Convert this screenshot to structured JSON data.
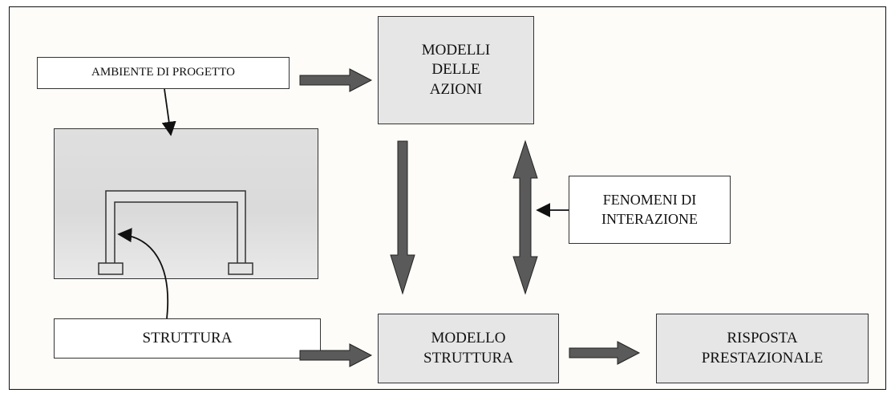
{
  "diagram": {
    "nodes": {
      "ambiente": "AMBIENTE DI PROGETTO",
      "modelli_azioni": "MODELLI\nDELLE\nAZIONI",
      "fenomeni": "FENOMENI DI\nINTERAZIONE",
      "struttura": "STRUTTURA",
      "modello_struttura": "MODELLO\nSTRUTTURA",
      "risposta": "RISPOSTA\nPRESTAZIONALE"
    }
  }
}
